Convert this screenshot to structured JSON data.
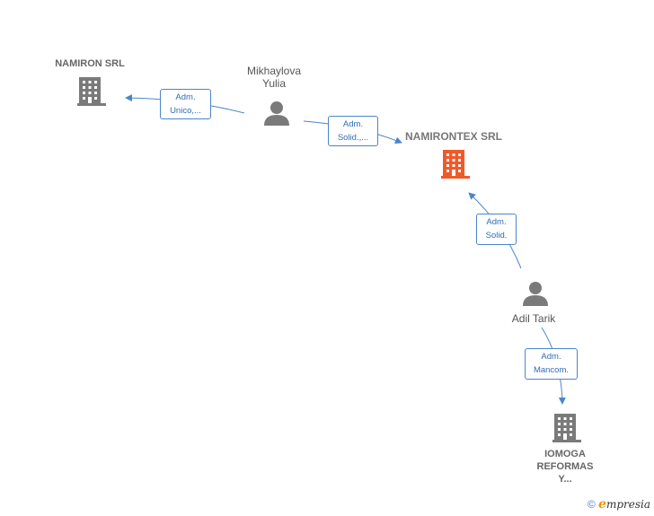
{
  "nodes": {
    "namiron": {
      "name": "NAMIRON SRL",
      "type": "company"
    },
    "mikhaylova": {
      "name_line1": "Mikhaylova",
      "name_line2": "Yulia",
      "type": "person"
    },
    "namirontex": {
      "name": "NAMIRONTEX SRL",
      "type": "company-main"
    },
    "adil": {
      "name": "Adil Tarik",
      "type": "person"
    },
    "iomoga": {
      "name_line1": "IOMOGA",
      "name_line2": "REFORMAS",
      "name_line3": "Y...",
      "type": "company"
    }
  },
  "edges": {
    "e1": {
      "line1": "Adm.",
      "line2": "Unico,..."
    },
    "e2": {
      "line1": "Adm.",
      "line2": "Solid.,..."
    },
    "e3": {
      "line1": "Adm.",
      "line2": "Solid."
    },
    "e4": {
      "line1": "Adm.",
      "line2": "Mancom."
    }
  },
  "colors": {
    "edge": "#4a86c8",
    "company": "#7a7a7a",
    "main_company": "#f05a28",
    "person": "#7a7a7a"
  },
  "footer": {
    "copyright": "©",
    "brand_first": "e",
    "brand_rest": "mpresia"
  }
}
